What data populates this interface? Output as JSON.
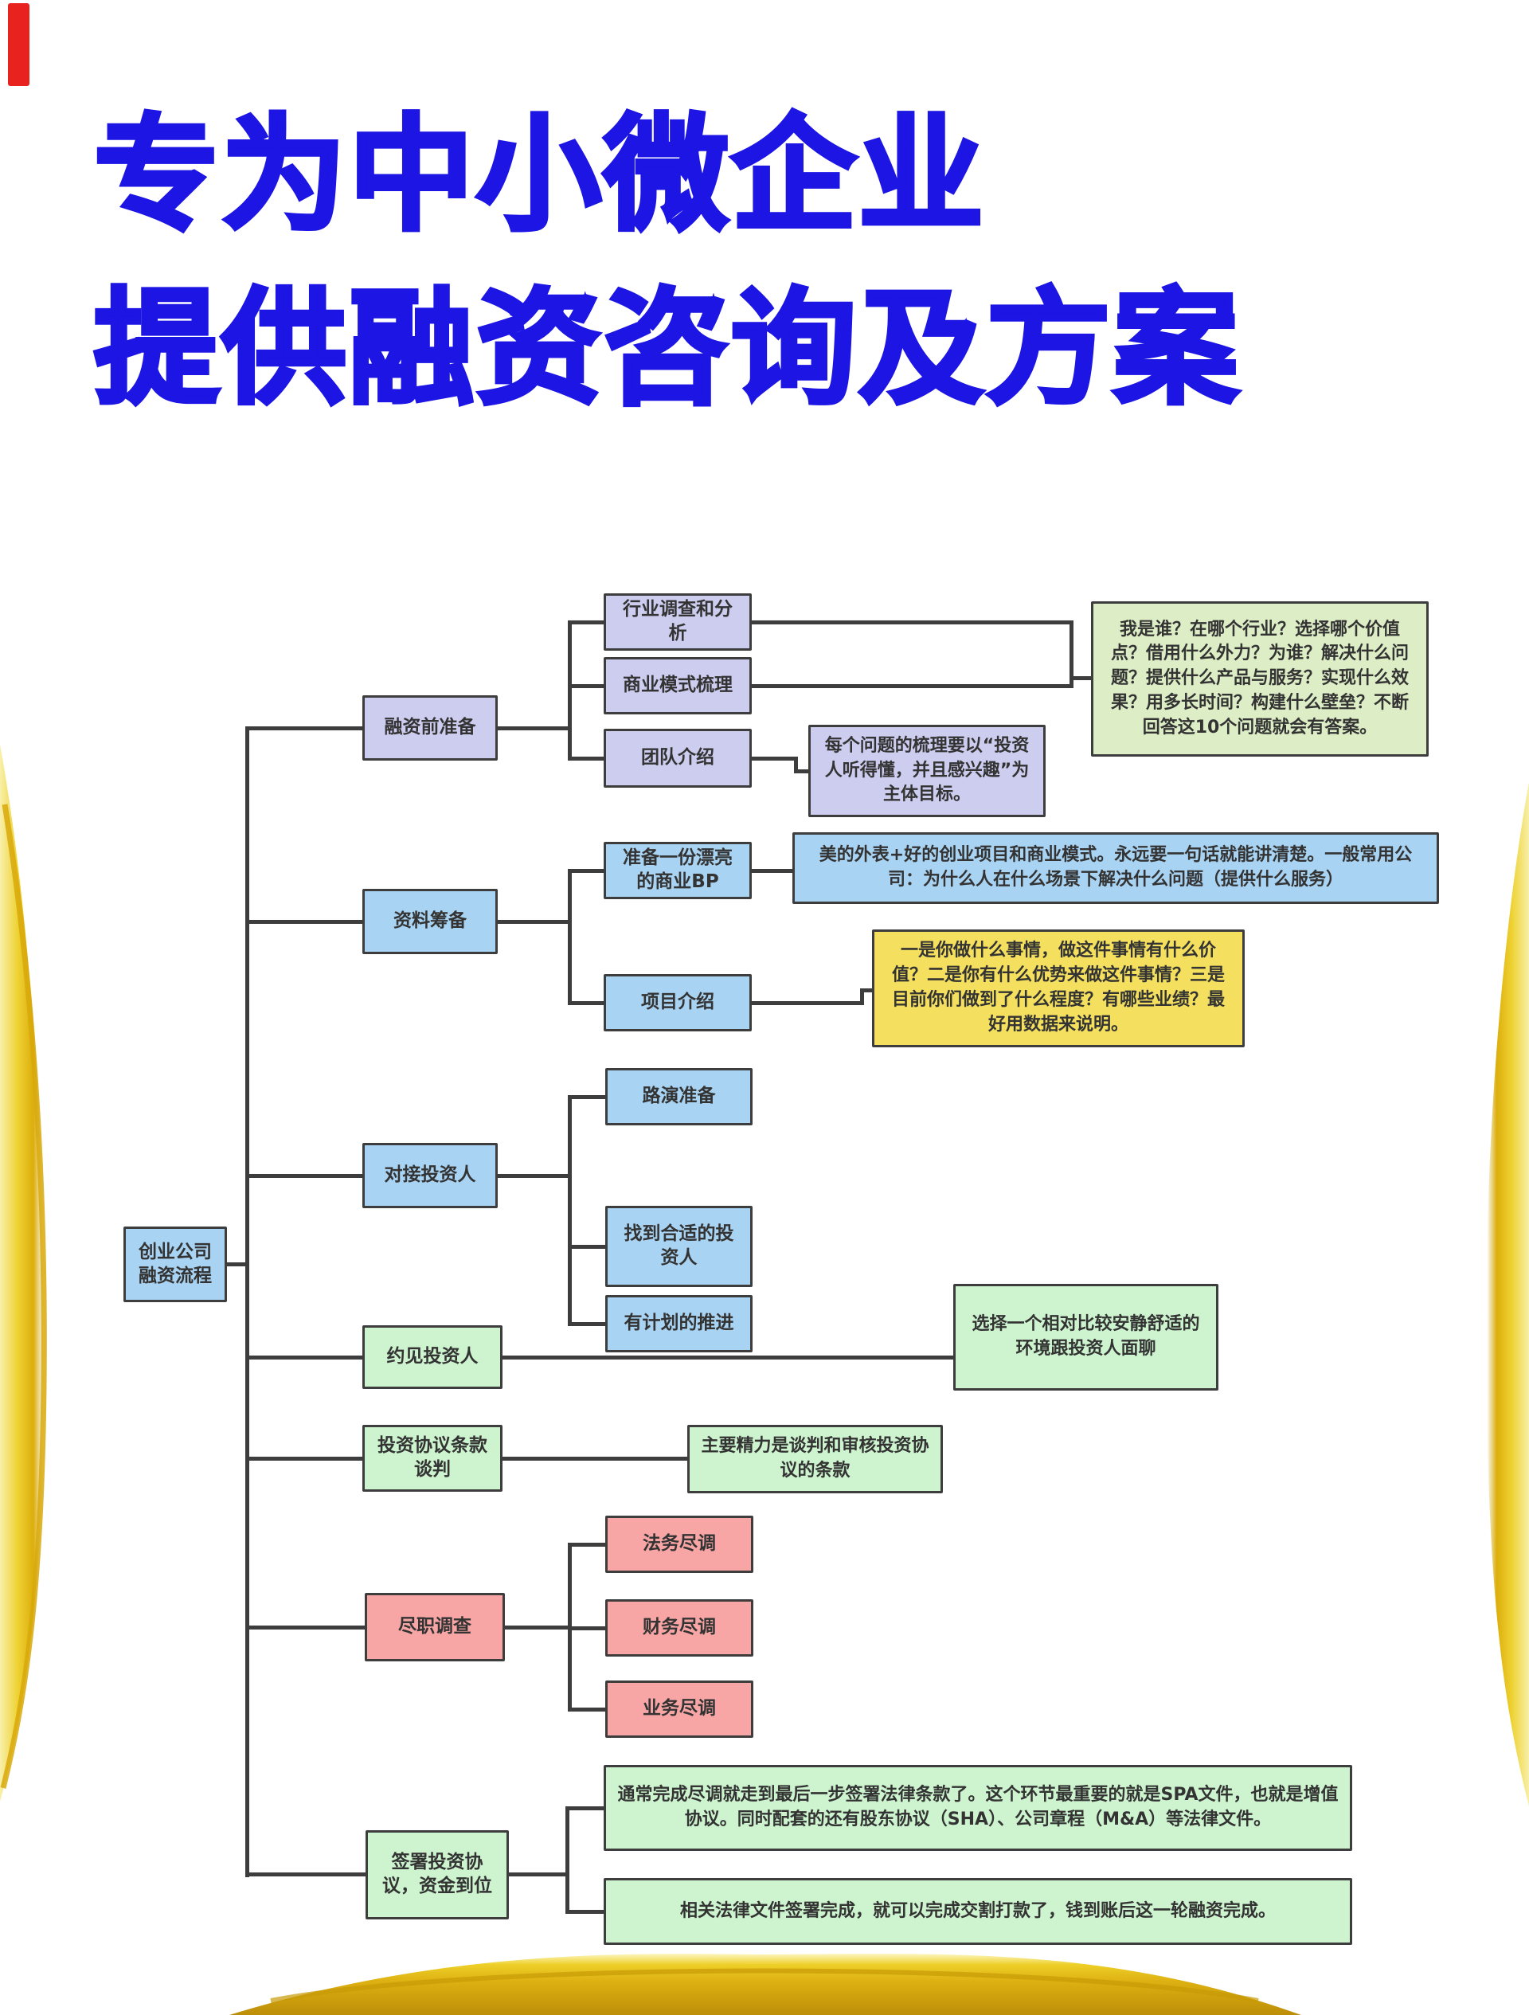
{
  "title": {
    "line1": "专为中小微企业",
    "line2": "提供融资咨询及方案",
    "color": "#1c15e3"
  },
  "palette": {
    "lavender": "#cdcdf0",
    "blue": "#a9d3f2",
    "green": "#cdf4cf",
    "pale_green": "#ddeec6",
    "yellow": "#f4e05e",
    "pink": "#f8a5a5",
    "line": "#3d3d3d",
    "gold": "#e9ca1d",
    "corner_mark": "#e8231f"
  },
  "diagram": {
    "root_label": "创业公司融资流程",
    "branches": [
      {
        "label": "融资前准备",
        "children": [
          "行业调查和分析",
          "商业模式梳理",
          "团队介绍"
        ],
        "team_note": "每个问题的梳理要以“投资人听得懂，并且感兴趣”为主体目标。",
        "questions_note": "我是谁？在哪个行业？选择哪个价值点？借用什么外力？为谁？解决什么问题？提供什么产品与服务？实现什么效果？用多长时间？构建什么壁垒？不断回答这10个问题就会有答案。"
      },
      {
        "label": "资料筹备",
        "children": [
          "准备一份漂亮的商业BP",
          "项目介绍"
        ],
        "bp_note": "美的外表+好的创业项目和商业模式。永远要一句话就能讲清楚。一般常用公司：为什么人在什么场景下解决什么问题（提供什么服务）",
        "project_note": "一是你做什么事情，做这件事情有什么价值？二是你有什么优势来做这件事情？三是目前你们做到了什么程度？有哪些业绩？最好用数据来说明。"
      },
      {
        "label": "对接投资人",
        "children": [
          "路演准备",
          "找到合适的投资人",
          "有计划的推进"
        ]
      },
      {
        "label": "约见投资人",
        "note": "选择一个相对比较安静舒适的环境跟投资人面聊"
      },
      {
        "label": "投资协议条款谈判",
        "note": "主要精力是谈判和审核投资协议的条款"
      },
      {
        "label": "尽职调查",
        "children": [
          "法务尽调",
          "财务尽调",
          "业务尽调"
        ]
      },
      {
        "label": "签署投资协议，资金到位",
        "note1": "通常完成尽调就走到最后一步签署法律条款了。这个环节最重要的就是SPA文件，也就是增值协议。同时配套的还有股东协议（SHA）、公司章程（M&A）等法律文件。",
        "note2": "相关法律文件签署完成，就可以完成交割打款了，钱到账后这一轮融资完成。"
      }
    ]
  }
}
